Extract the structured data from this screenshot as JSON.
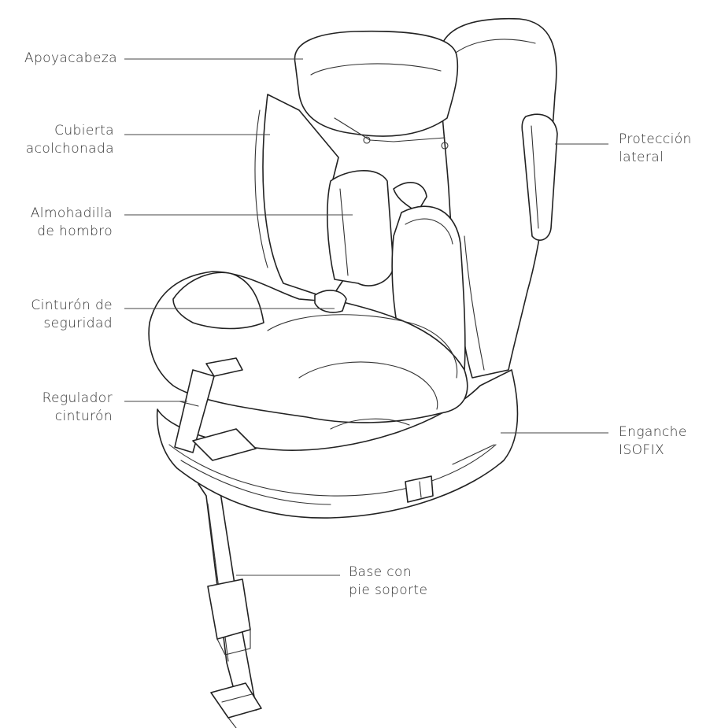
{
  "labels": {
    "headrest": [
      "Apoyacabeza"
    ],
    "padded_cover": [
      "Cubierta",
      "acolchonada"
    ],
    "shoulder_pad": [
      "Almohadilla",
      "de hombro"
    ],
    "seat_belt": [
      "Cinturón de",
      "seguridad"
    ],
    "belt_adjuster": [
      "Regulador",
      "cinturón"
    ],
    "side_protection": [
      "Protección",
      "lateral"
    ],
    "isofix_hook": [
      "Enganche",
      "ISOFIX"
    ],
    "base_support_leg": [
      "Base con",
      "pie soporte"
    ]
  },
  "colors": {
    "line": "#222222",
    "text": "#333333",
    "background": "#ffffff"
  }
}
